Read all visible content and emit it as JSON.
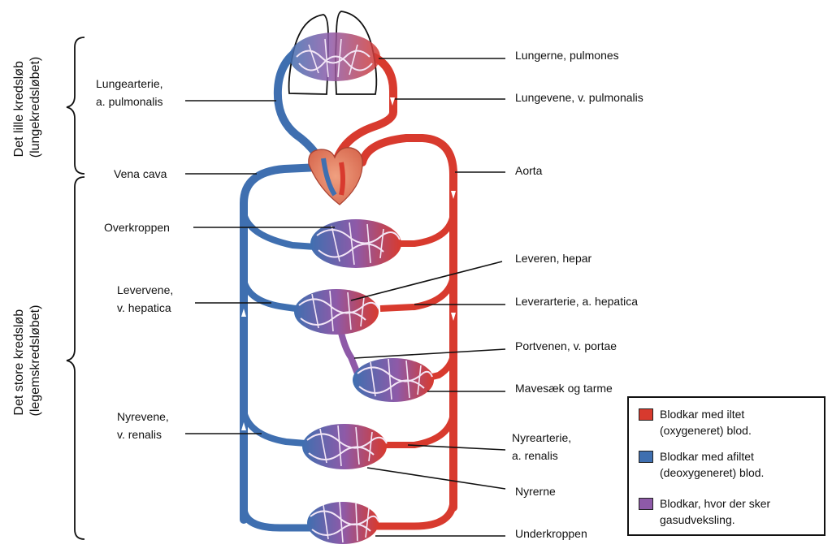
{
  "colors": {
    "oxygenated": "#d83a2e",
    "deoxygenated": "#3f6fb0",
    "exchange": "#8e5aa8",
    "heart": "#e8826a"
  },
  "brace_labels": {
    "small_line1": "Det lille kredsløb",
    "small_line2": "(lungekredsløbet)",
    "large_line1": "Det store kredsløb",
    "large_line2": "(legemskredsløbet)"
  },
  "left_labels": {
    "lungearterie_1": "Lungearterie,",
    "lungearterie_2": "a. pulmonalis",
    "vena_cava": "Vena cava",
    "overkroppen": "Overkroppen",
    "levervene_1": "Levervene,",
    "levervene_2": "v. hepatica",
    "nyrevene_1": "Nyrevene,",
    "nyrevene_2": "v. renalis"
  },
  "right_labels": {
    "lungerne": "Lungerne, pulmones",
    "lungevene": "Lungevene, v. pulmonalis",
    "aorta": "Aorta",
    "leveren": "Leveren, hepar",
    "leverarterie": "Leverarterie, a. hepatica",
    "portvenen": "Portvenen, v. portae",
    "mavesaek": "Mavesæk og tarme",
    "nyrearterie_1": "Nyrearterie,",
    "nyrearterie_2": "a. renalis",
    "nyrerne": "Nyrerne",
    "underkroppen": "Underkroppen"
  },
  "legend": {
    "oxygenated_1": "Blodkar med iltet",
    "oxygenated_2": "(oxygeneret) blod.",
    "deoxygenated_1": "Blodkar med afiltet",
    "deoxygenated_2": "(deoxygeneret) blod.",
    "exchange_1": "Blodkar, hvor der sker",
    "exchange_2": "gasudveksling."
  }
}
